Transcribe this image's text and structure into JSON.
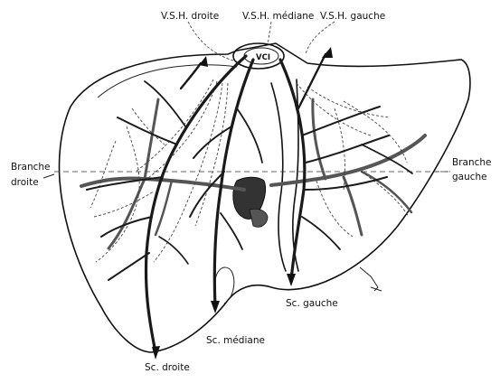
{
  "labels": {
    "vsh_droite": "V.S.H. droite",
    "vsh_mediane": "V.S.H. médiane",
    "vsh_gauche": "V.S.H. gauche",
    "vci": "VCI",
    "branche_droite_1": "Branche",
    "branche_droite_2": "droite",
    "branche_gauche_1": "Branche",
    "branche_gauche_2": "gauche",
    "sc_droite": "Sc. droite",
    "sc_mediane": "Sc. médiane",
    "sc_gauche": "Sc. gauche"
  },
  "colors": {
    "ink": "#111111",
    "background": "#ffffff"
  }
}
